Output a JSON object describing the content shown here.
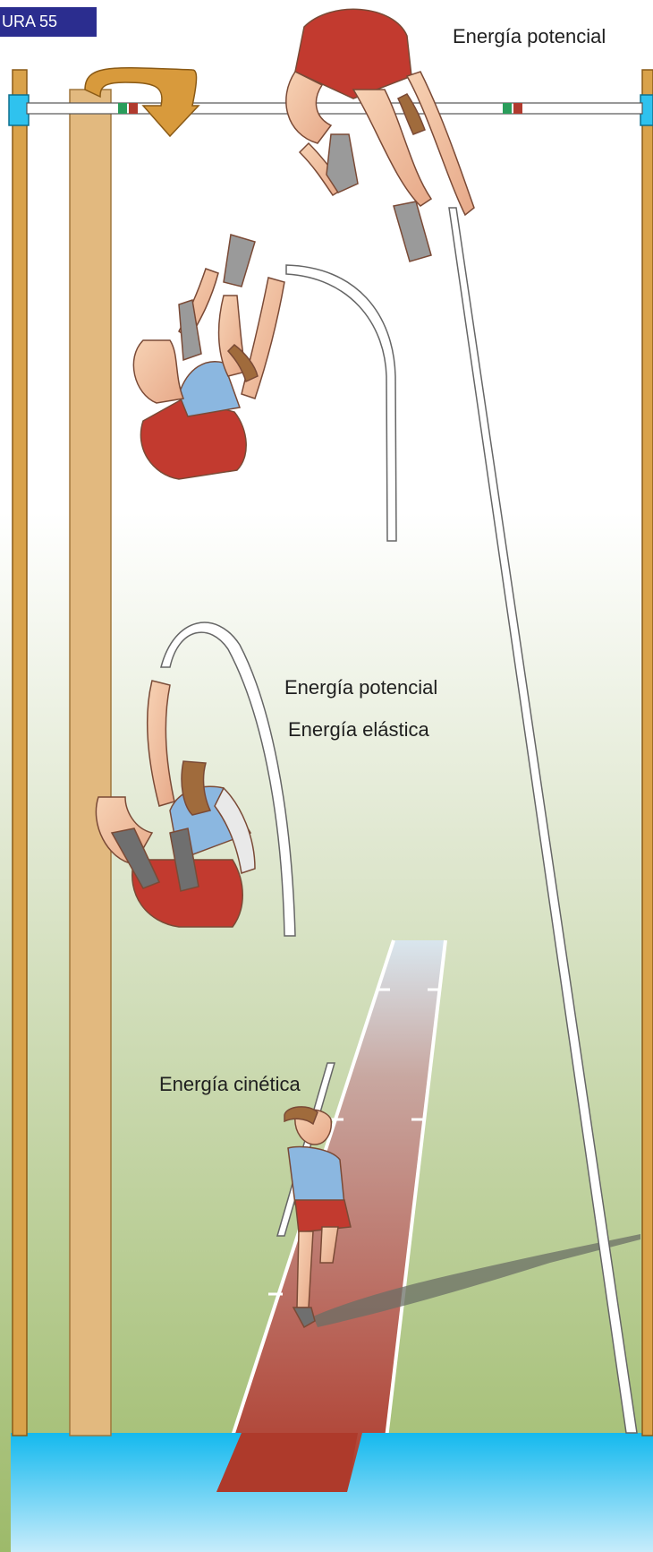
{
  "figure_tag": "URA 55",
  "labels": {
    "top": "Energía potencial",
    "mid_potential": "Energía potencial",
    "mid_elastic": "Energía elástica",
    "kinetic": "Energía cinética"
  },
  "colors": {
    "upright": "#d9a24a",
    "bar": "#ffffff",
    "beam": "#e2b97f",
    "track": "#b5412f",
    "sky_top": "#ffffff",
    "grass": "#9dba6a",
    "pit": "#1ec0ef",
    "figure_tag_bg": "#2b2d8f"
  }
}
